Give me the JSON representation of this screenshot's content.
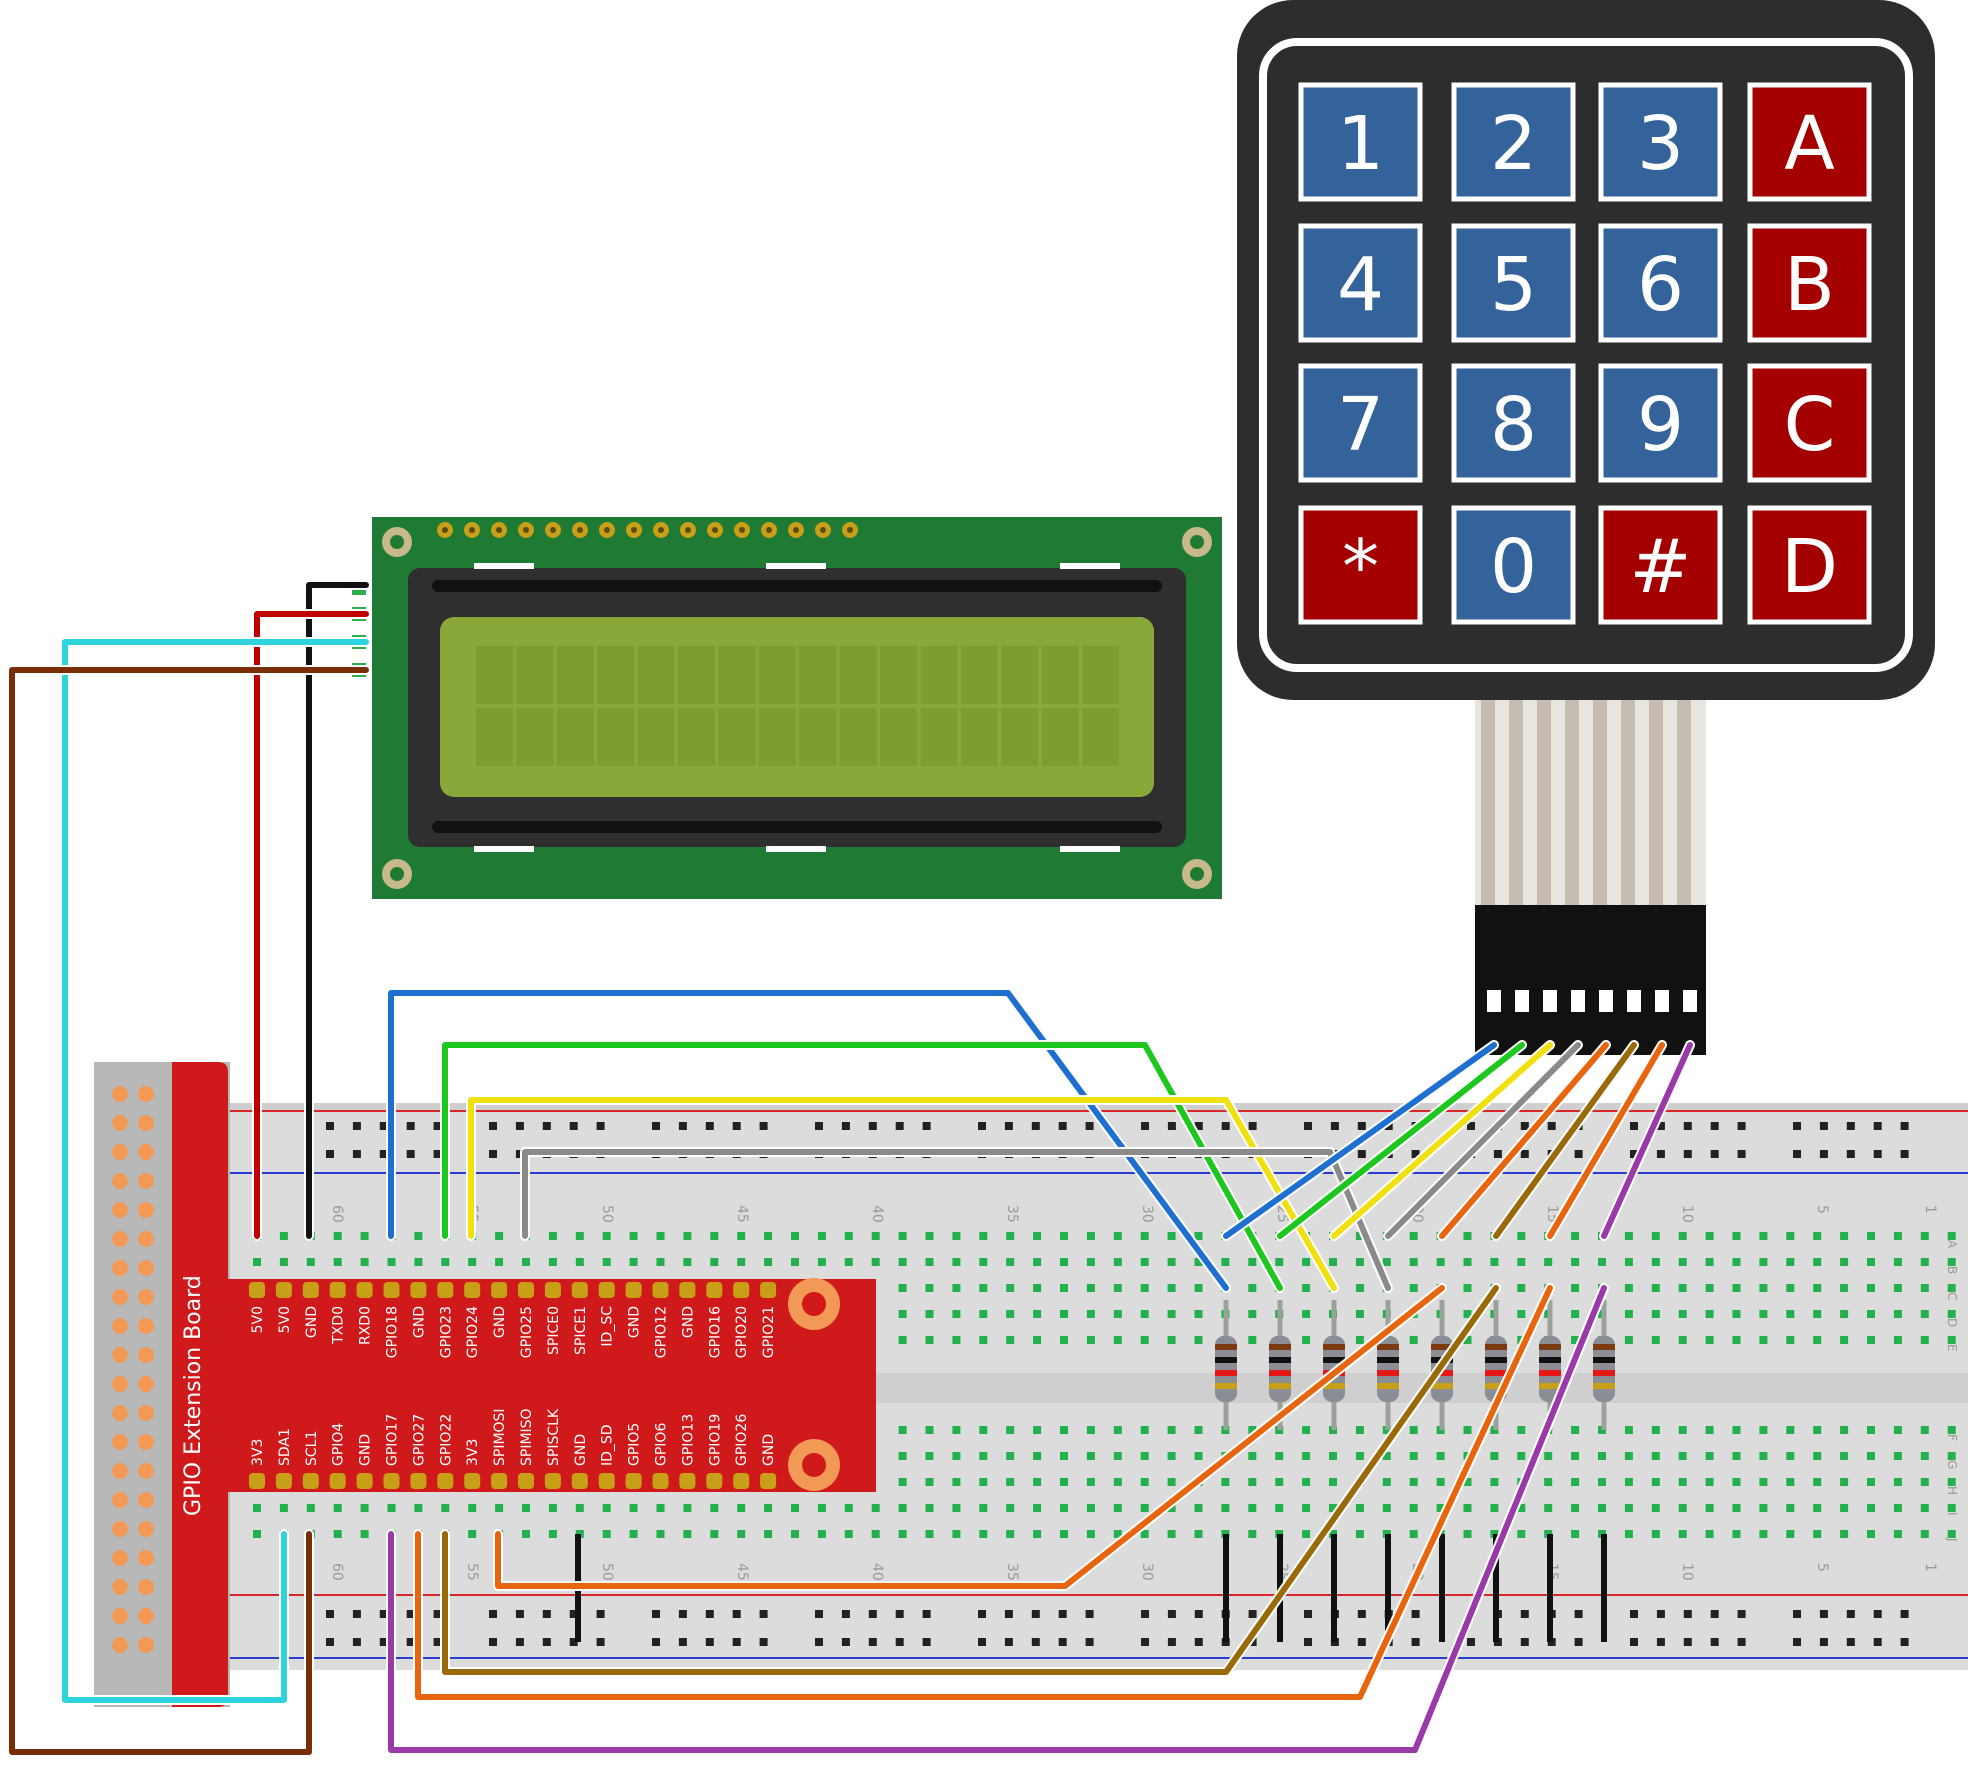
{
  "colors": {
    "keypad_body": "#2d2d2d",
    "key_blue": "#34639b",
    "key_red": "#a40000",
    "lcd_board": "#1f7a34",
    "lcd_screen": "#8aa83a",
    "gpio_board": "#d0191b",
    "breadboard": "#dcdcdc",
    "rail_red": "#d62828",
    "rail_blue": "#2b3cd0",
    "hole_green": "#23b14d",
    "pin_gold": "#c8a018",
    "header_orange": "#f29a55"
  },
  "keypad": {
    "rows": [
      [
        {
          "label": "1",
          "color": "blue"
        },
        {
          "label": "2",
          "color": "blue"
        },
        {
          "label": "3",
          "color": "blue"
        },
        {
          "label": "A",
          "color": "red"
        }
      ],
      [
        {
          "label": "4",
          "color": "blue"
        },
        {
          "label": "5",
          "color": "blue"
        },
        {
          "label": "6",
          "color": "blue"
        },
        {
          "label": "B",
          "color": "red"
        }
      ],
      [
        {
          "label": "7",
          "color": "blue"
        },
        {
          "label": "8",
          "color": "blue"
        },
        {
          "label": "9",
          "color": "blue"
        },
        {
          "label": "C",
          "color": "red"
        }
      ],
      [
        {
          "label": "*",
          "color": "red"
        },
        {
          "label": "0",
          "color": "blue"
        },
        {
          "label": "#",
          "color": "red"
        },
        {
          "label": "D",
          "color": "red"
        }
      ]
    ]
  },
  "gpio_board": {
    "title": "GPIO Extension Board",
    "top_pins": [
      "5V0",
      "5V0",
      "GND",
      "TXD0",
      "RXD0",
      "GPIO18",
      "GND",
      "GPIO23",
      "GPIO24",
      "GND",
      "GPIO25",
      "SPICE0",
      "SPICE1",
      "ID_SC",
      "GND",
      "GPIO12",
      "GND",
      "GPIO16",
      "GPIO20",
      "GPIO21"
    ],
    "bottom_pins": [
      "3V3",
      "SDA1",
      "SCL1",
      "GPIO4",
      "GND",
      "GPIO17",
      "GPIO27",
      "GPIO22",
      "3V3",
      "SPIMOSI",
      "SPIMISO",
      "SPISCLK",
      "GND",
      "ID_SD",
      "GPIO5",
      "GPIO6",
      "GPIO13",
      "GPIO19",
      "GPIO26",
      "GND"
    ]
  },
  "breadboard": {
    "column_numbers": [
      "60",
      "55",
      "50",
      "45",
      "40",
      "35",
      "30",
      "25",
      "20",
      "15",
      "10",
      "5",
      "1"
    ],
    "row_letters_top": [
      "A",
      "B",
      "C",
      "D",
      "E"
    ],
    "row_letters_bottom": [
      "F",
      "G",
      "H",
      "I",
      "J"
    ]
  }
}
